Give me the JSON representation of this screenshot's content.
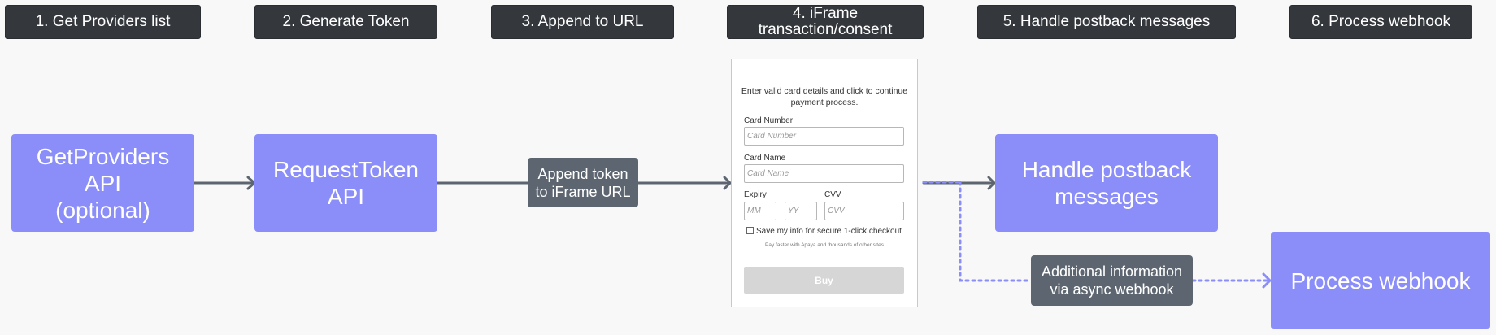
{
  "steps": [
    "1. Get Providers list",
    "2. Generate Token",
    "3. Append to URL",
    "4. iFrame transaction/consent",
    "5. Handle postback messages",
    "6. Process webhook"
  ],
  "nodes": {
    "get_providers": "GetProviders\nAPI\n(optional)",
    "request_token": "RequestToken\nAPI",
    "append_token": "Append token\nto iFrame URL",
    "handle_postback": "Handle postback\nmessages",
    "additional_info": "Additional information\nvia async webhook",
    "process_webhook": "Process webhook"
  },
  "iframe_form": {
    "intro": "Enter valid card details and click to continue payment process.",
    "card_number_label": "Card Number",
    "card_number_placeholder": "Card Number",
    "card_name_label": "Card Name",
    "card_name_placeholder": "Card Name",
    "expiry_label": "Expiry",
    "mm_placeholder": "MM",
    "yy_placeholder": "YY",
    "cvv_label": "CVV",
    "cvv_placeholder": "CVV",
    "save_label": "Save my info for secure 1-click checkout",
    "fine_print": "Pay faster with Apaya and thousands of other sites",
    "buy_label": "Buy"
  },
  "colors": {
    "header_bg": "#34383d",
    "node_purple": "#8b8ef8",
    "label_gray": "#5d6670",
    "arrow_gray": "#5d6670",
    "dotted_purple": "#8b8ef8"
  }
}
